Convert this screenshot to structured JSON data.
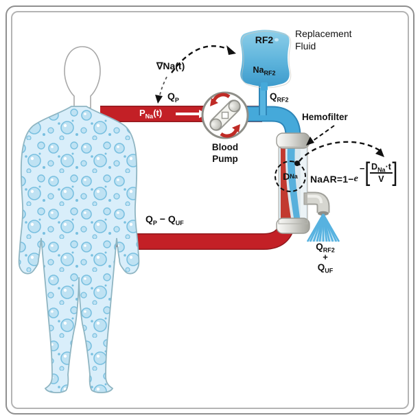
{
  "figure": {
    "description": "Hemofiltration circuit diagram: patient, blood pump, replacement fluid bag, hemofilter and sodium kinetics formula"
  },
  "labels": {
    "nabla_na": "∇Na(t)",
    "q_p": {
      "main": "Q",
      "sub": "P"
    },
    "p_na": {
      "main": "P",
      "sub": "Na",
      "post": "(t)"
    },
    "blood_pump": {
      "line1": "Blood",
      "line2": "Pump"
    },
    "replacement_fluid": {
      "line1": "Replacement",
      "line2": "Fluid"
    },
    "bag": {
      "title": "RF2",
      "na_main": "Na",
      "na_sub": "RF2"
    },
    "q_rf2_line": {
      "main": "Q",
      "sub": "RF2"
    },
    "hemofilter": "Hemofilter",
    "d_na": {
      "main": "D",
      "sub": "Na"
    },
    "formula": {
      "lhs": "NaAR=1−",
      "e": "e",
      "exp_minus": "−",
      "bracket_open": "[",
      "num_main": "D",
      "num_sub": "Na",
      "num_rest": "·t",
      "den": "V",
      "bracket_close": "]"
    },
    "return_flow": {
      "q1": "Q",
      "sub1": "P",
      "op": "−",
      "q2": "Q",
      "sub2": "UF"
    },
    "drain": {
      "q1": "Q",
      "sub1": "RF2",
      "plus": "+",
      "q2": "Q",
      "sub2": "UF"
    }
  },
  "colors": {
    "tube_red": "#c32026",
    "tube_red_dark": "#8f191d",
    "tube_blue": "#45a9da",
    "body_bubble_bg": "#d9eefa",
    "bubble_stroke": "#79c0e0",
    "metal_gray": "#c6c6c0",
    "pump_arrow_red": "#bf2b26",
    "bag_blue_top": "#8ecfe9",
    "bag_blue_bottom": "#3d9bcc",
    "text": "#111111"
  }
}
